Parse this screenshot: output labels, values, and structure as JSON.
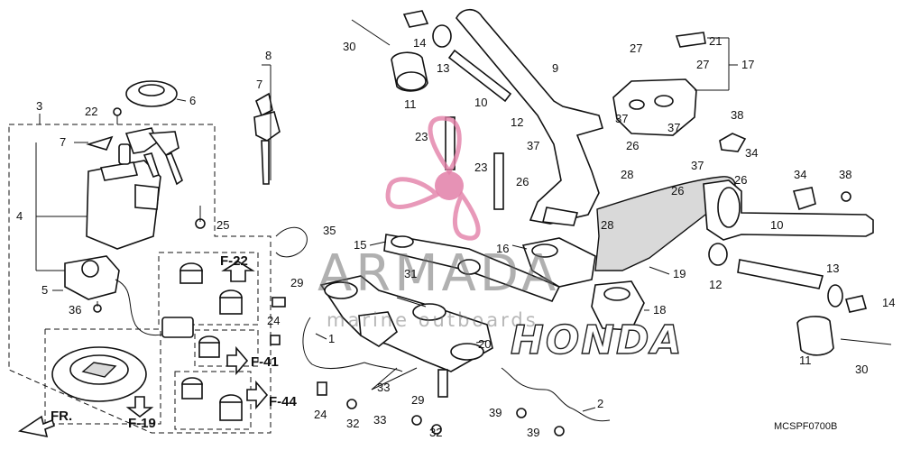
{
  "diagram": {
    "code": "MCSPF0700B",
    "callouts": [
      "1",
      "2",
      "3",
      "4",
      "5",
      "6",
      "7",
      "7",
      "8",
      "9",
      "10",
      "10",
      "11",
      "11",
      "12",
      "12",
      "13",
      "13",
      "14",
      "14",
      "15",
      "16",
      "17",
      "18",
      "19",
      "20",
      "21",
      "22",
      "23",
      "23",
      "24",
      "24",
      "25",
      "26",
      "26",
      "26",
      "26",
      "27",
      "27",
      "28",
      "28",
      "29",
      "29",
      "30",
      "30",
      "31",
      "32",
      "32",
      "33",
      "33",
      "34",
      "34",
      "35",
      "36",
      "37",
      "37",
      "37",
      "37",
      "38",
      "38",
      "39",
      "39"
    ],
    "refs": [
      "F-22",
      "F-41",
      "F-44",
      "F-19"
    ],
    "front_label": "FR.",
    "watermark": {
      "brand": "ARMADA",
      "tagline": "marine outboards"
    },
    "logo_text": "HONDA",
    "colors": {
      "ink": "#111111",
      "logo_pink": "#e27fa8",
      "watermark_gray": "#6f6f6f"
    }
  }
}
